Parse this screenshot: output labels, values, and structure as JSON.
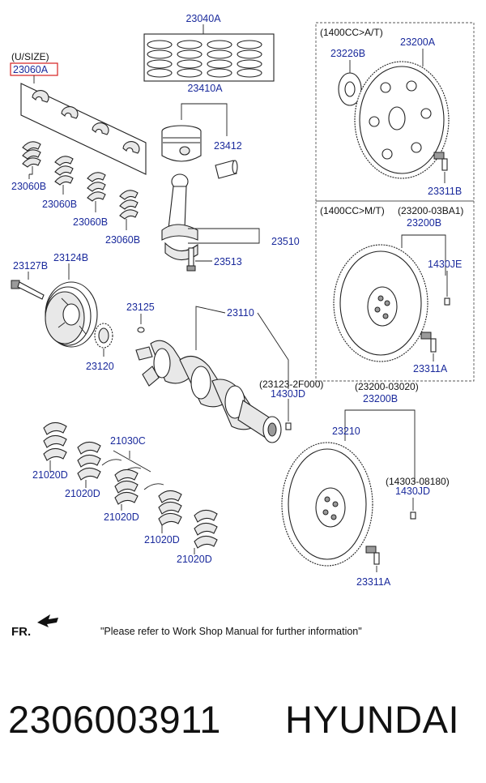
{
  "labels": {
    "piston_rings": "23040A",
    "usize": "(U/SIZE)",
    "usize_code": "23060A",
    "piston": "23410A",
    "pin": "23412",
    "bearing_1": "23060B",
    "bearing_2": "23060B",
    "bearing_3": "23060B",
    "bearing_4": "23060B",
    "conrod": "23510",
    "conrod_bolt": "23513",
    "bolt_front": "23127B",
    "pulley": "23124B",
    "key": "23125",
    "sprocket": "23120",
    "crankshaft": "23110",
    "pin_note": "(23123-2F000)",
    "pin_code": "1430JD",
    "thrust": "21030C",
    "main_1": "21020D",
    "main_2": "21020D",
    "main_3": "21020D",
    "main_4": "21020D",
    "main_5": "21020D",
    "at_box_title": "(1400CC>A/T)",
    "at_plate": "23226B",
    "at_drive": "23200A",
    "at_bolt": "23311B",
    "mt_box_title": "(1400CC>M/T)",
    "mt_note": "(23200-03BA1)",
    "mt_flywheel": "23200B",
    "mt_pin": "1430JE",
    "mt_bolt": "23311A",
    "fw_note": "(23200-03020)",
    "fw_code": "23200B",
    "ring_gear": "23210",
    "fw_pin_note": "(14303-08180)",
    "fw_pin": "1430JD",
    "fw_bolt": "23311A",
    "fr": "FR.",
    "notice": "\"Please refer to Work Shop Manual for further information\""
  },
  "footer": {
    "part_number": "2306003911",
    "brand": "HYUNDAI"
  },
  "colors": {
    "label": "#1a2a9c",
    "highlight_box": "#d42020",
    "line": "#222222"
  }
}
